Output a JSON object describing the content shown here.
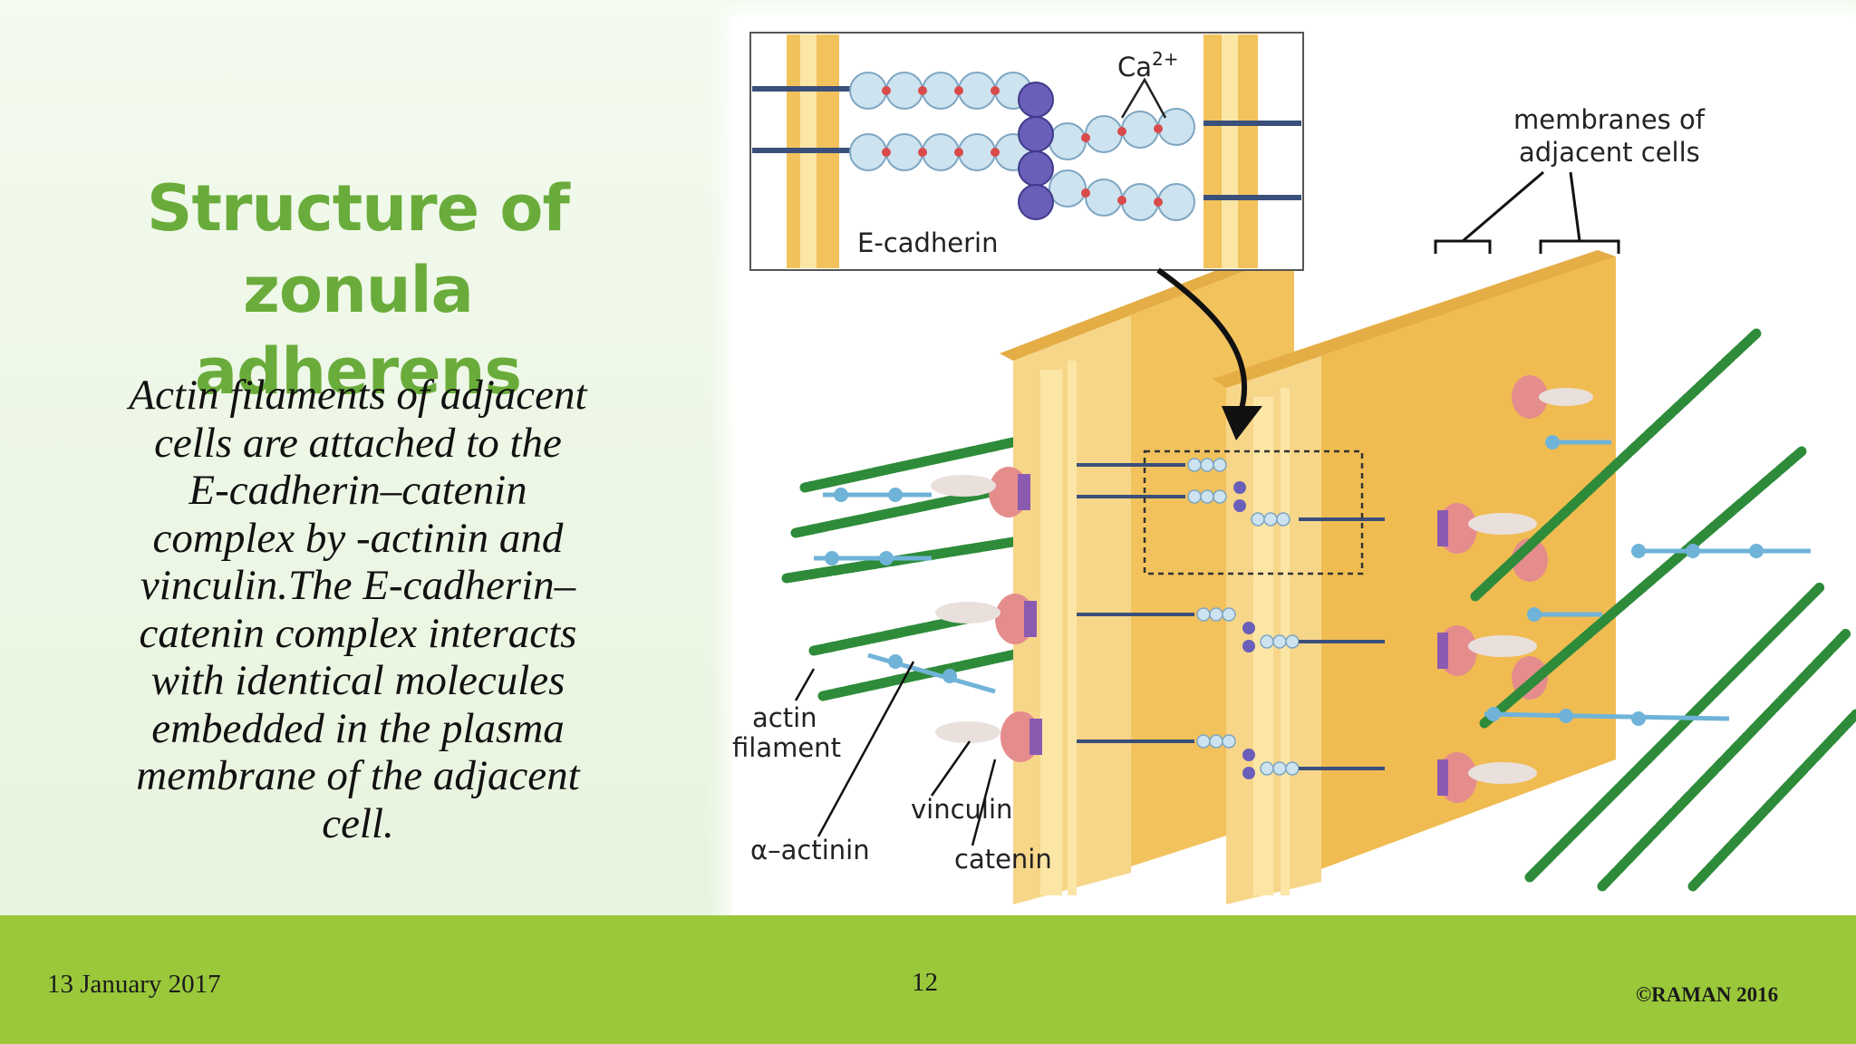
{
  "slide": {
    "title_line1": "Structure of",
    "title_line2": "zonula adherens",
    "body_lines": [
      "Actin filaments of adjacent",
      "cells are attached to the",
      "E-cadherin–catenin",
      "complex by -actinin and",
      "vinculin.The E-cadherin–",
      "catenin complex interacts",
      "with identical molecules",
      "embedded in the plasma",
      "membrane of the adjacent",
      "cell."
    ]
  },
  "figure": {
    "labels": {
      "ca": "Ca",
      "ca_superscript": "2+",
      "e_cadherin": "E-cadherin",
      "membranes_line1": "membranes of",
      "membranes_line2": "adjacent cells",
      "actin_line1": "actin",
      "actin_line2": "filament",
      "alpha_actinin": "α–actinin",
      "vinculin": "vinculin",
      "catenin": "catenin"
    },
    "colors": {
      "membrane": "#f2c25c",
      "membrane_light": "#fbe6a6",
      "actin": "#2e8b3a",
      "cadherin": "#cde3f0",
      "catenin_purple": "#6a5fb8",
      "vinculin": "#e9e0dc",
      "catenin_pink": "#e58c8c"
    }
  },
  "footer": {
    "date": "13 January 2017",
    "page": "12",
    "copyright": "©RAMAN 2016"
  }
}
